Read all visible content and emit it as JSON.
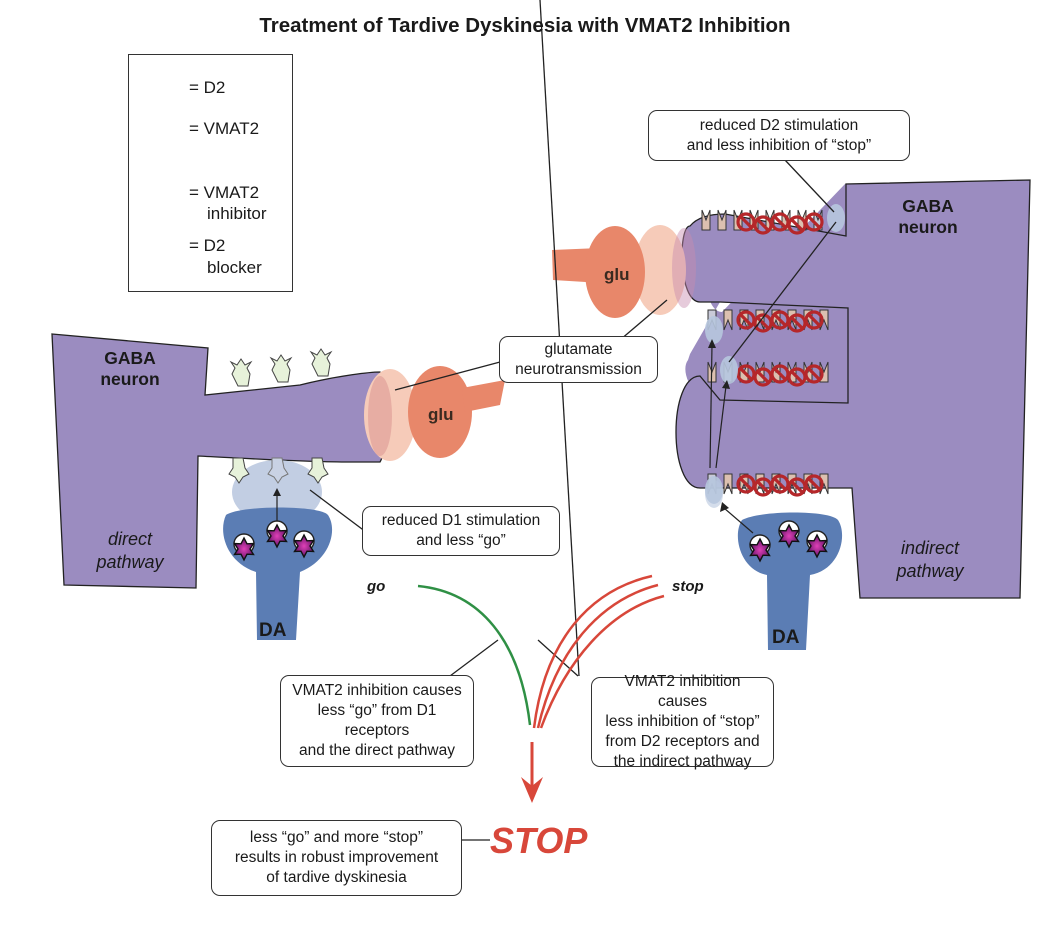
{
  "title": "Treatment of Tardive Dyskinesia with VMAT2 Inhibition",
  "legend": {
    "items": [
      {
        "icon": "d2-receptor-icon",
        "label": "= D2"
      },
      {
        "icon": "vmat2-icon",
        "label": "= VMAT2"
      },
      {
        "icon": "vmat2-inhibitor-icon",
        "label": "= VMAT2",
        "label2": "inhibitor"
      },
      {
        "icon": "d2-blocker-icon",
        "label": "= D2",
        "label2": "blocker"
      }
    ]
  },
  "left_neuron": {
    "name_line1": "GABA",
    "name_line2": "neuron",
    "pathway_line1": "direct",
    "pathway_line2": "pathway",
    "da_label": "DA",
    "glu_label": "glu"
  },
  "right_neuron": {
    "name_line1": "GABA",
    "name_line2": "neuron",
    "pathway_line1": "indirect",
    "pathway_line2": "pathway",
    "da_label": "DA",
    "glu_label": "glu"
  },
  "callouts": {
    "d2": [
      "reduced D2 stimulation",
      "and less inhibition of “stop”"
    ],
    "glutamate": [
      "glutamate",
      "neurotransmission"
    ],
    "d1": [
      "reduced D1 stimulation",
      "and less “go”"
    ],
    "go_effect": [
      "VMAT2 inhibition causes",
      "less “go” from D1 receptors",
      "and the direct pathway"
    ],
    "stop_effect": [
      "VMAT2 inhibition causes",
      "less inhibition of “stop”",
      "from D2 receptors and",
      "the indirect pathway"
    ],
    "result": [
      "less “go” and more “stop”",
      "results in robust improvement",
      "of tardive dyskinesia"
    ]
  },
  "flow": {
    "go_label": "go",
    "stop_label": "stop",
    "outcome": "STOP"
  },
  "colors": {
    "neuron": "#9b8cc0",
    "da_terminal": "#5b7db4",
    "glu_dark": "#e8876a",
    "glu_light": "#f6cbb9",
    "d1_receptor": "#e7f2da",
    "d2_receptor": "#dcc0b0",
    "blocker": "#b5272a",
    "inhibitor": "#a0208a",
    "go_line": "#2f9045",
    "stop_line": "#d8473a",
    "highlight": "#b7c6de"
  }
}
